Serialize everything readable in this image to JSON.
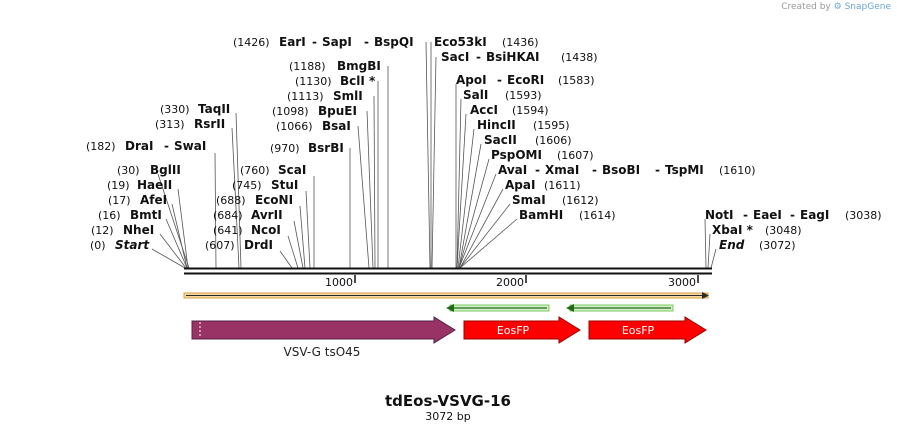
{
  "credit": {
    "prefix": "Created by",
    "brand": "SnapGene"
  },
  "title": "tdEos-VSVG-16",
  "subtitle": "3072 bp",
  "ticks": [
    "1000",
    "2000",
    "3000"
  ],
  "sites": [
    {
      "pos": "(1426)",
      "names": [
        "EarI",
        "SapI",
        "BspQI"
      ]
    },
    {
      "pos": "(1436)",
      "names": [
        "Eco53kI"
      ],
      "pos_after": true
    },
    {
      "pos": "(1438)",
      "names": [
        "SacI",
        "BsiHKAI"
      ],
      "pos_after": true
    },
    {
      "pos": "(1188)",
      "names": [
        "BmgBI"
      ]
    },
    {
      "pos": "(1130)",
      "names": [
        "BclI *"
      ]
    },
    {
      "pos": "(1113)",
      "names": [
        "SmlI"
      ]
    },
    {
      "pos": "(1098)",
      "names": [
        "BpuEI"
      ]
    },
    {
      "pos": "(1066)",
      "names": [
        "BsaI"
      ]
    },
    {
      "pos": "(970)",
      "names": [
        "BsrBI"
      ]
    },
    {
      "pos": "(330)",
      "names": [
        "TaqII"
      ]
    },
    {
      "pos": "(313)",
      "names": [
        "RsrII"
      ]
    },
    {
      "pos": "(182)",
      "names": [
        "DraI",
        "SwaI"
      ]
    },
    {
      "pos": "(760)",
      "names": [
        "ScaI"
      ]
    },
    {
      "pos": "(745)",
      "names": [
        "StuI"
      ]
    },
    {
      "pos": "(688)",
      "names": [
        "EcoNI"
      ]
    },
    {
      "pos": "(684)",
      "names": [
        "AvrII"
      ]
    },
    {
      "pos": "(641)",
      "names": [
        "NcoI"
      ]
    },
    {
      "pos": "(607)",
      "names": [
        "DrdI"
      ]
    },
    {
      "pos": "(30)",
      "names": [
        "BglII"
      ]
    },
    {
      "pos": "(19)",
      "names": [
        "HaeII"
      ]
    },
    {
      "pos": "(17)",
      "names": [
        "AfeI"
      ]
    },
    {
      "pos": "(16)",
      "names": [
        "BmtI"
      ]
    },
    {
      "pos": "(12)",
      "names": [
        "NheI"
      ]
    },
    {
      "pos": "(0)",
      "names": [
        "Start"
      ]
    },
    {
      "pos": "(1583)",
      "names": [
        "ApoI",
        "EcoRI"
      ]
    },
    {
      "pos": "(1593)",
      "names": [
        "SalI"
      ]
    },
    {
      "pos": "(1594)",
      "names": [
        "AccI"
      ]
    },
    {
      "pos": "(1595)",
      "names": [
        "HincII"
      ]
    },
    {
      "pos": "(1606)",
      "names": [
        "SacII"
      ]
    },
    {
      "pos": "(1607)",
      "names": [
        "PspOMI"
      ]
    },
    {
      "pos": "(1610)",
      "names": [
        "AvaI",
        "XmaI",
        "BsoBI",
        "TspMI"
      ]
    },
    {
      "pos": "(1611)",
      "names": [
        "ApaI"
      ]
    },
    {
      "pos": "(1612)",
      "names": [
        "SmaI"
      ]
    },
    {
      "pos": "(1614)",
      "names": [
        "BamHI"
      ]
    },
    {
      "pos": "(3038)",
      "names": [
        "NotI",
        "EaeI",
        "EagI"
      ]
    },
    {
      "pos": "(3048)",
      "names": [
        "XbaI *"
      ]
    },
    {
      "pos": "(3072)",
      "names": [
        "End"
      ]
    }
  ],
  "features": [
    {
      "label": "VSV-G tsO45",
      "color": "#993366"
    },
    {
      "label": "EosFP",
      "color": "#ff0000"
    },
    {
      "label": "EosFP",
      "color": "#ff0000"
    }
  ],
  "colors": {
    "backbone": "#111111",
    "orf": "#f0a030",
    "primer": "#33aa22"
  }
}
